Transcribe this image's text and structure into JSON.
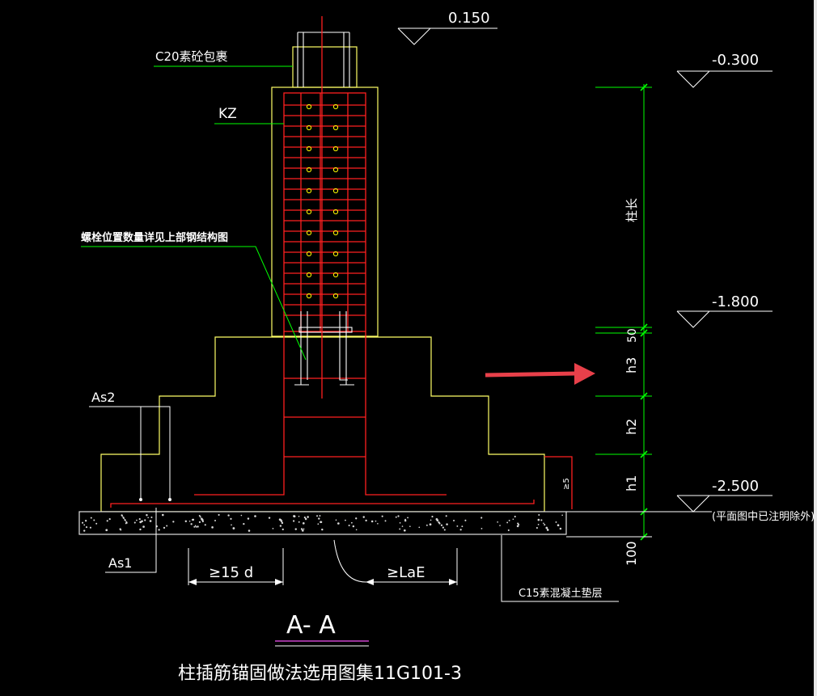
{
  "labels": {
    "elev_top": "0.150",
    "elev_m0300": "-0.300",
    "elev_m1800": "-1.800",
    "elev_m2500": "-2.500",
    "elev_note": "(平面图中已注明除外)",
    "c20": "C20素砼包裹",
    "kz": "KZ",
    "bolt_note": "螺栓位置数量详见上部钢结构图",
    "as2": "As2",
    "as1": "As1",
    "dim_15d": "≥15 d",
    "dim_lae": "≥LaE",
    "c15": "C15素混凝土垫层",
    "dim_h3": "h3",
    "dim_h2": "h2",
    "dim_h1": "h1",
    "dim_50": "50",
    "dim_100": "100",
    "dim_col": "柱长",
    "dim_small": "≥5",
    "section": "A- A",
    "title": "柱插筋锚固做法选用图集11G101-3"
  },
  "colors": {
    "background": "#000000",
    "concrete": "#ffff66",
    "rebar": "#ff2020",
    "leader": "#00ff00",
    "text": "#ffffff",
    "arrow": "#e8404a",
    "underline": "#cc44cc",
    "bolt": "#ffff00"
  }
}
